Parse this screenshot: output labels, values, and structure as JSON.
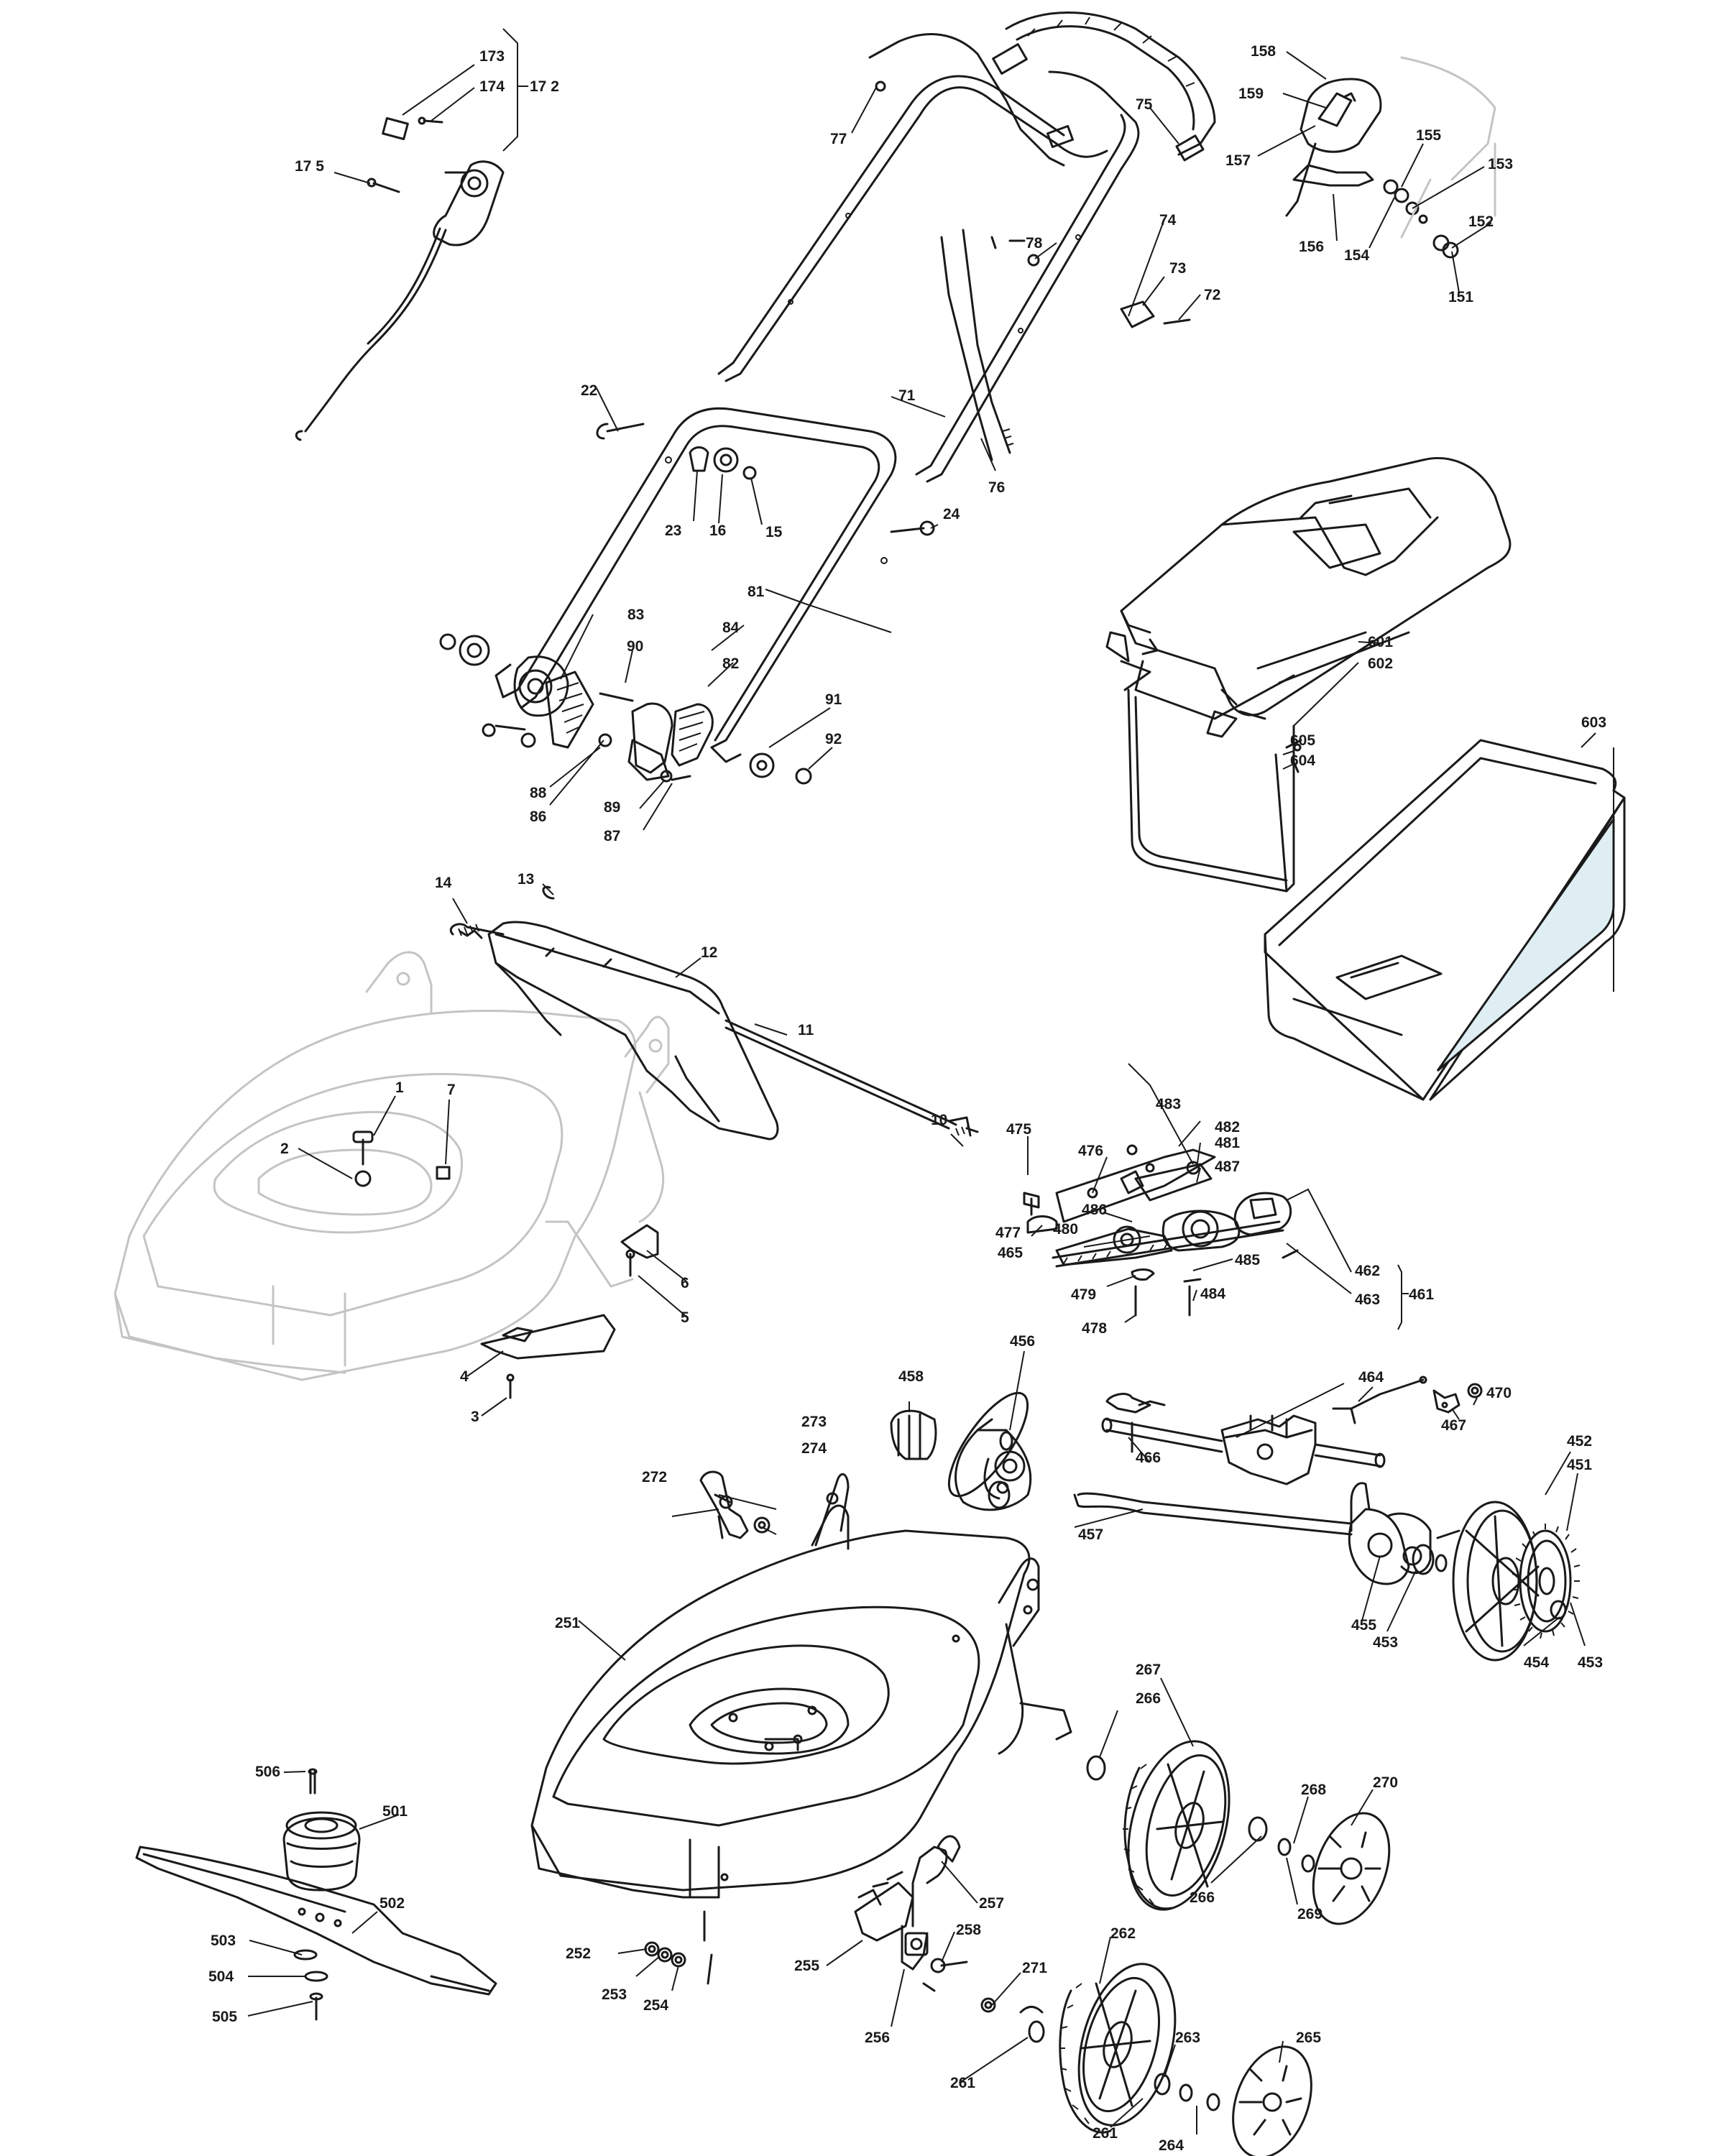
{
  "labels": {
    "l173": "173",
    "l174": "174",
    "l172": "17 2",
    "l175": "17 5",
    "l77": "77",
    "l75": "75",
    "l158": "158",
    "l159": "159",
    "l157": "157",
    "l155": "155",
    "l153": "153",
    "l152": "152",
    "l151": "151",
    "l154": "154",
    "l156": "156",
    "l78": "78",
    "l74": "74",
    "l73": "73",
    "l72": "72",
    "l71": "71",
    "l76": "76",
    "l22": "22",
    "l23": "23",
    "l16": "16",
    "l15": "15",
    "l24": "24",
    "l81": "81",
    "l83": "83",
    "l90": "90",
    "l84": "84",
    "l82": "82",
    "l91": "91",
    "l92": "92",
    "l88": "88",
    "l86": "86",
    "l89": "89",
    "l87": "87",
    "l601": "601",
    "l602": "602",
    "l603": "603",
    "l605": "605",
    "l604": "604",
    "l14": "14",
    "l13": "13",
    "l12": "12",
    "l11": "11",
    "l10": "10",
    "l1": "1",
    "l7": "7",
    "l2": "2",
    "l6": "6",
    "l5": "5",
    "l4": "4",
    "l3": "3",
    "l475": "475",
    "l476": "476",
    "l483": "483",
    "l482": "482",
    "l481": "481",
    "l487": "487",
    "l486": "486",
    "l477": "477",
    "l480": "480",
    "l465": "465",
    "l485": "485",
    "l479": "479",
    "l484": "484",
    "l478": "478",
    "l462": "462",
    "l463": "463",
    "l461": "461",
    "l464": "464",
    "l456": "456",
    "l458": "458",
    "l466": "466",
    "l467": "467",
    "l470": "470",
    "l452": "452",
    "l451": "451",
    "l457": "457",
    "l455": "455",
    "l453a": "453",
    "l454": "454",
    "l453b": "453",
    "l273": "273",
    "l274": "274",
    "l272": "272",
    "l251": "251",
    "l267": "267",
    "l266a": "266",
    "l268": "268",
    "l270": "270",
    "l266b": "266",
    "l269": "269",
    "l506": "506",
    "l501": "501",
    "l502": "502",
    "l503": "503",
    "l504": "504",
    "l505": "505",
    "l252": "252",
    "l253": "253",
    "l254": "254",
    "l255": "255",
    "l256": "256",
    "l257": "257",
    "l258": "258",
    "l271": "271",
    "l262": "262",
    "l261a": "261",
    "l263": "263",
    "l265": "265",
    "l261b": "261",
    "l264": "264"
  }
}
